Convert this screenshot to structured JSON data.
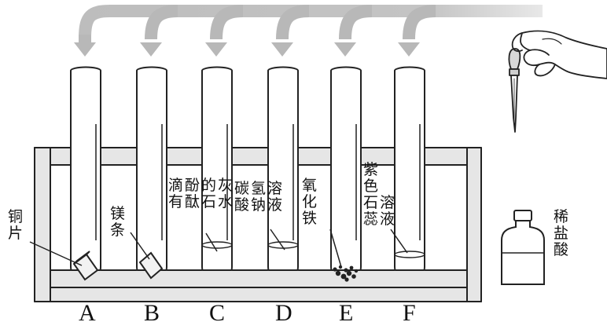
{
  "substances": {
    "copper": "铜片",
    "magnesium": "镁条",
    "limewater_phenolphthalein_a": "滴有",
    "limewater_phenolphthalein_b": "酚酞",
    "limewater_phenolphthalein_c": "的石",
    "limewater_phenolphthalein_d": "灰水",
    "sodium_bicarbonate_a": "碳酸",
    "sodium_bicarbonate_b": "氢钠",
    "sodium_bicarbonate_c": "溶液",
    "iron_oxide": "氧化铁",
    "litmus_a": "紫色",
    "litmus_b": "石蕊",
    "litmus_c": "溶液",
    "hydrochloric_acid": "稀盐酸"
  },
  "tube_letters": [
    "A",
    "B",
    "C",
    "D",
    "E",
    "F"
  ],
  "colors": {
    "stroke": "#222222",
    "arrow": "#b3b3b3",
    "rack_fill": "#e6e6e6"
  }
}
